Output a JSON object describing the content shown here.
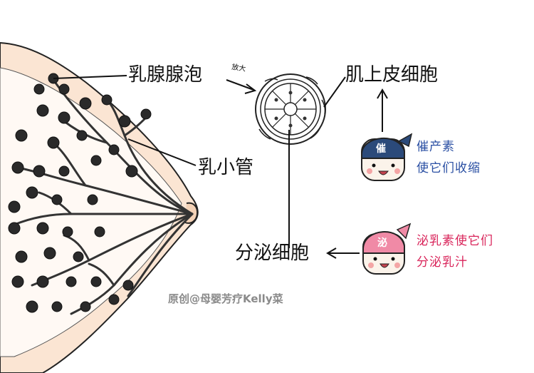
{
  "labels": {
    "alveolus": "乳腺腺泡",
    "magnify": "放大",
    "myoepithelial": "肌上皮细胞",
    "duct": "乳小管",
    "secretory": "分泌细胞"
  },
  "oxytocin": {
    "badge": "催",
    "line1": "催产素",
    "line2": "使它们收缩"
  },
  "prolactin": {
    "badge": "泌",
    "line1": "泌乳素使它们",
    "line2": "分泌乳汁"
  },
  "watermark": "原创@母婴芳疗Kelly菜",
  "colors": {
    "skin": "#fbe5d3",
    "oxytocin_hat": "#2b4a7a",
    "prolactin_hat": "#f08aa6",
    "blue_text": "#2a4fa3",
    "pink_text": "#d9245a"
  }
}
